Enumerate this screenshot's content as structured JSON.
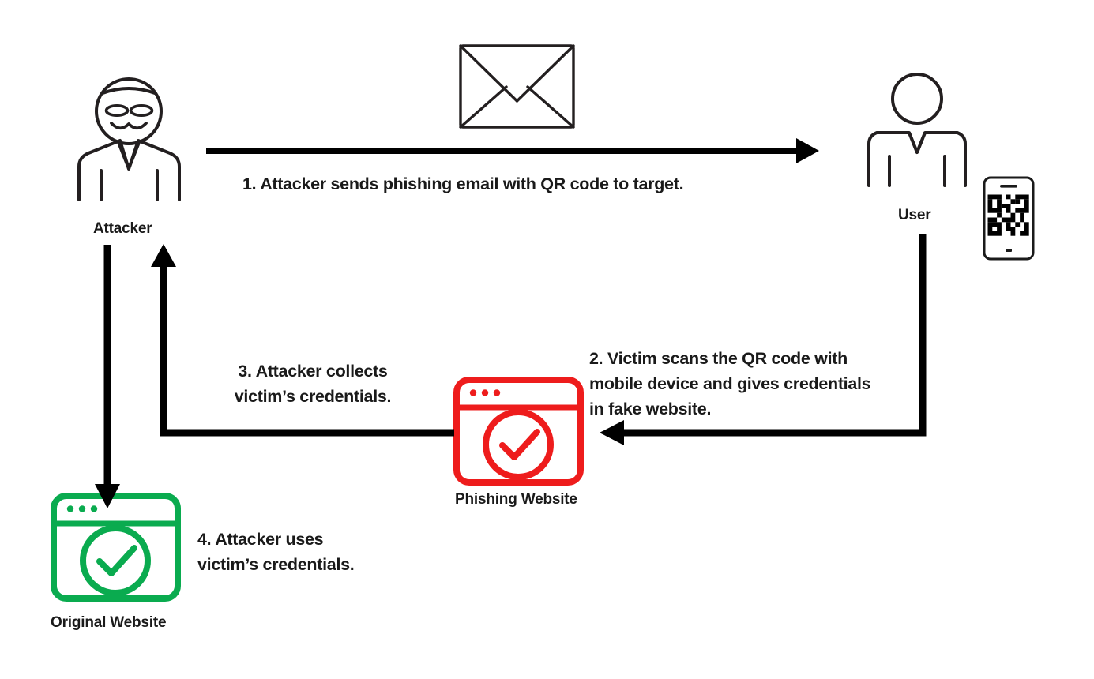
{
  "diagram": {
    "title": "QR code phishing (quishing) attack flow",
    "background_color": "#ffffff",
    "line_color": "#000000",
    "phishing_color": "#ee1c1c",
    "original_color": "#0aab4f",
    "text_color": "#1a1a1a"
  },
  "nodes": {
    "attacker": {
      "label": "Attacker",
      "icon": "attacker-person-icon"
    },
    "user": {
      "label": "User",
      "icon": "user-person-icon"
    },
    "phone": {
      "icon": "smartphone-qr-code-icon"
    },
    "email": {
      "icon": "envelope-icon"
    },
    "phishing_website": {
      "label": "Phishing Website",
      "icon": "browser-window-check-icon",
      "color": "#ee1c1c"
    },
    "original_website": {
      "label": "Original Website",
      "icon": "browser-window-check-icon",
      "color": "#0aab4f"
    }
  },
  "steps": [
    {
      "id": "step-1",
      "text": "1. Attacker sends phishing email with QR code to target.",
      "align": "left"
    },
    {
      "id": "step-2",
      "text": "2. Victim scans the QR code with\nmobile device and gives credentials\nin fake website.",
      "align": "left"
    },
    {
      "id": "step-3",
      "text": "3. Attacker collects\nvictim’s credentials.",
      "align": "center"
    },
    {
      "id": "step-4",
      "text": "4. Attacker uses\nvictim’s credentials.",
      "align": "left"
    }
  ],
  "arrows": [
    {
      "id": "arrow-attacker-to-user",
      "from": "attacker",
      "to": "user",
      "direction": "right"
    },
    {
      "id": "arrow-user-to-phishing",
      "from": "user",
      "to": "phishing_website",
      "direction": "left"
    },
    {
      "id": "arrow-phishing-to-attacker",
      "from": "phishing_website",
      "to": "attacker",
      "direction": "up"
    },
    {
      "id": "arrow-attacker-to-original",
      "from": "attacker",
      "to": "original_website",
      "direction": "down"
    }
  ]
}
